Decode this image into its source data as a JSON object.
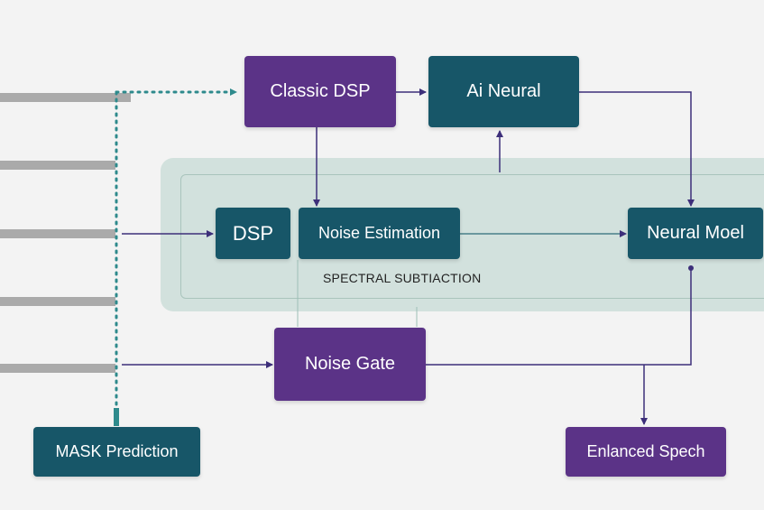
{
  "nodes": {
    "classic_dsp": "Classic DSP",
    "ai_neural": "Ai Neural",
    "dsp": "DSP",
    "noise_estimation": "Noise Estimation",
    "neural_model": "Neural Moel",
    "noise_gate": "Noise Gate",
    "mask_prediction": "MASK Prediction",
    "enhanced_speech": "Enlanced Spech"
  },
  "captions": {
    "spectral_subtraction": "SPECTRAL SUBTIACTION"
  },
  "colors": {
    "purple": "#5b3387",
    "teal": "#175668",
    "arrow": "#3d2f7a",
    "dotted": "#2e8a8c",
    "band": "#d2e1dd",
    "stripe": "#aaaaaa"
  }
}
